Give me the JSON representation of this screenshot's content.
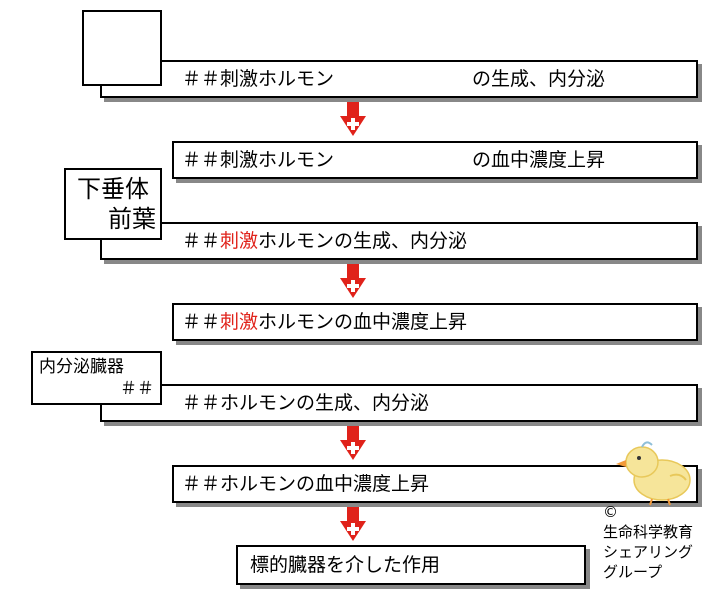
{
  "colors": {
    "accent_red": "#e0221a",
    "arrow_red": "#e0221a",
    "shadow": "#888888"
  },
  "hypothalamus_box": {
    "label": ""
  },
  "pituitary_box": {
    "line1": "下垂体",
    "line2": "前葉"
  },
  "endocrine_box": {
    "line1": "内分泌臓器",
    "line2": "＃＃"
  },
  "steps": {
    "s1": {
      "prefix": "＃＃刺激ホルモン",
      "suffix": "の生成、内分泌"
    },
    "s2": {
      "prefix": "＃＃刺激ホルモン",
      "suffix": "の血中濃度上昇"
    },
    "s3": {
      "prefix": "＃＃",
      "red": "刺激",
      "suffix": "ホルモンの生成、内分泌"
    },
    "s4": {
      "prefix": "＃＃",
      "red": "刺激",
      "suffix": "ホルモンの血中濃度上昇"
    },
    "s5": {
      "text": "＃＃ホルモンの生成、内分泌"
    },
    "s6": {
      "text": "＃＃ホルモンの血中濃度上昇"
    },
    "s7": {
      "text": "標的臓器を介した作用"
    }
  },
  "credit": {
    "copyright": "©",
    "line1": "生命科学教育",
    "line2": "シェアリング",
    "line3": "グループ"
  },
  "icons": {
    "arrow": "down-arrow-plus-icon",
    "mascot": "chick-mascot-icon"
  }
}
